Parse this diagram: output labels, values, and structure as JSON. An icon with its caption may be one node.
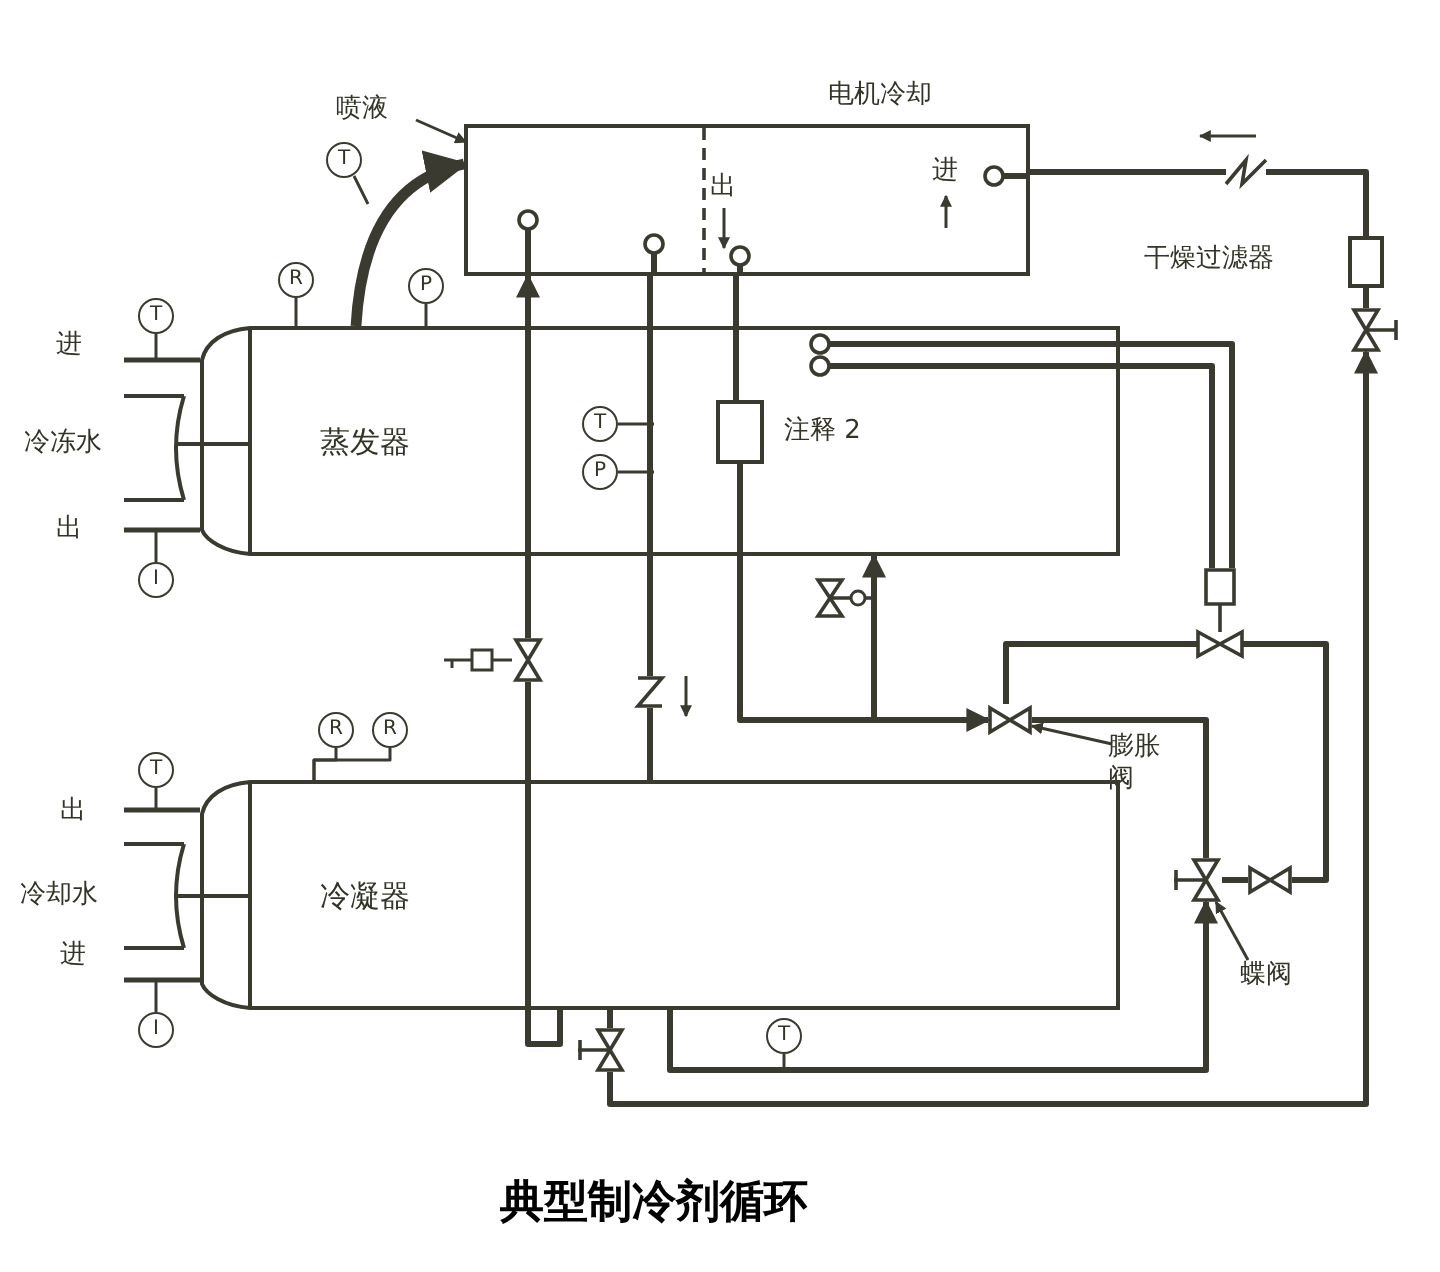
{
  "diagram": {
    "caption": "典型制冷剂循环",
    "nodes": [
      {
        "text": [
          "喷液"
        ]
      },
      {
        "text": [
          "电机冷却"
        ]
      },
      {
        "text": [],
        "shape": "box",
        "beside": [
          "干燥过滤器"
        ]
      },
      {
        "text": [
          "T"
        ]
      },
      {
        "text": [
          "R"
        ]
      },
      {
        "text": [
          "P"
        ]
      },
      {
        "text": [
          "T"
        ]
      },
      {
        "text": [
          "蒸发器"
        ]
      },
      {
        "text": [],
        "shape": "box",
        "beside": [
          "注释 2"
        ],
        "in": 7
      },
      {
        "text": [
          "T"
        ],
        "in": 7
      },
      {
        "text": [
          "P"
        ],
        "in": 7
      },
      {
        "text": [],
        "shape": "valve"
      },
      {
        "text": [
          "I"
        ]
      },
      {
        "text": [],
        "shape": "valve"
      },
      {
        "text": [],
        "shape": "valve"
      },
      {
        "text": [],
        "shape": "valve"
      },
      {
        "text": [
          "膨胀阀"
        ]
      },
      {
        "text": [
          "R"
        ]
      },
      {
        "text": [
          "R"
        ]
      },
      {
        "text": [
          "T"
        ]
      },
      {
        "text": [
          "冷凝器"
        ]
      },
      {
        "text": [],
        "shape": "valve"
      },
      {
        "text": [],
        "shape": "valve"
      },
      {
        "text": [
          "蝶阀"
        ]
      },
      {
        "text": [
          "I"
        ]
      },
      {
        "text": [
          "T"
        ]
      },
      {
        "text": [],
        "shape": "valve"
      }
    ],
    "edges": [
      {
        "from": 0,
        "to": 1,
        "arrow": "to"
      },
      {
        "from": 7,
        "to": 1,
        "arrow": "to",
        "style": "thick"
      },
      {
        "from": 2,
        "to": 1,
        "arrow": "none"
      },
      {
        "from": 11,
        "to": 2,
        "arrow": "none"
      },
      {
        "from": 3,
        "to": null,
        "arrow": "none"
      },
      {
        "from": 4,
        "to": 7,
        "arrow": "none"
      },
      {
        "from": 5,
        "to": 7,
        "arrow": "none"
      },
      {
        "from": 6,
        "to": null,
        "arrow": "none"
      },
      {
        "from": 9,
        "to": null,
        "arrow": "none"
      },
      {
        "from": 10,
        "to": null,
        "arrow": "none"
      },
      {
        "from": 12,
        "to": null,
        "arrow": "none"
      },
      {
        "from": 20,
        "to": 13,
        "arrow": "none"
      },
      {
        "from": 13,
        "to": 1,
        "arrow": "to"
      },
      {
        "from": 1,
        "to": 20,
        "arrow": "none"
      },
      {
        "from": 1,
        "to": 8,
        "arrow": "none"
      },
      {
        "from": 8,
        "to": 15,
        "arrow": "to"
      },
      {
        "from": 15,
        "to": 7,
        "arrow": "to"
      },
      {
        "from": 7,
        "to": 14,
        "arrow": "none"
      },
      {
        "from": 7,
        "to": 14,
        "arrow": "none"
      },
      {
        "from": 14,
        "to": 15,
        "arrow": "none"
      },
      {
        "from": 14,
        "to": 22,
        "arrow": "none"
      },
      {
        "from": 22,
        "to": 21,
        "arrow": "none"
      },
      {
        "from": 21,
        "to": 15,
        "arrow": "none"
      },
      {
        "from": 16,
        "to": 15,
        "arrow": "to"
      },
      {
        "from": 17,
        "to": 20,
        "arrow": "none"
      },
      {
        "from": 18,
        "to": 20,
        "arrow": "none"
      },
      {
        "from": 19,
        "to": null,
        "arrow": "none"
      },
      {
        "from": 20,
        "to": 21,
        "arrow": "to"
      },
      {
        "from": 23,
        "to": 21,
        "arrow": "to"
      },
      {
        "from": 24,
        "to": null,
        "arrow": "none"
      },
      {
        "from": 25,
        "to": null,
        "arrow": "none"
      },
      {
        "from": 20,
        "to": 26,
        "arrow": "none"
      },
      {
        "from": 26,
        "to": 11,
        "arrow": "to"
      }
    ],
    "labels": [
      "出",
      "进",
      "进",
      "冷冻水",
      "出",
      "出",
      "冷却水",
      "进"
    ]
  }
}
